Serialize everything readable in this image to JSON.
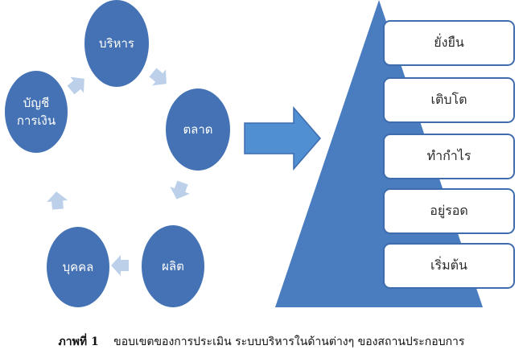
{
  "cycle": {
    "nodes": [
      {
        "label": "บริหาร"
      },
      {
        "label": "ตลาด"
      },
      {
        "label": "ผลิต"
      },
      {
        "label": "บุคคล"
      },
      {
        "label_line1": "บัญชี",
        "label_line2": "การเงิน"
      }
    ]
  },
  "pyramid": {
    "levels": [
      "ยั่งยืน",
      "เติบโต",
      "ทำกำไร",
      "อยู่รอด",
      "เริ่มต้น"
    ]
  },
  "caption": {
    "label": "ภาพที่ 1",
    "text": "ขอบเขตของการประเมิน ระบบบริหารในด้านต่างๆ ของสถานประกอบการ"
  },
  "colors": {
    "node_fill": "#4472b4",
    "arrow_fill": "#bcd0ea",
    "pyramid_fill": "#4a7cc0",
    "big_arrow_fill": "#4f8fd2"
  }
}
